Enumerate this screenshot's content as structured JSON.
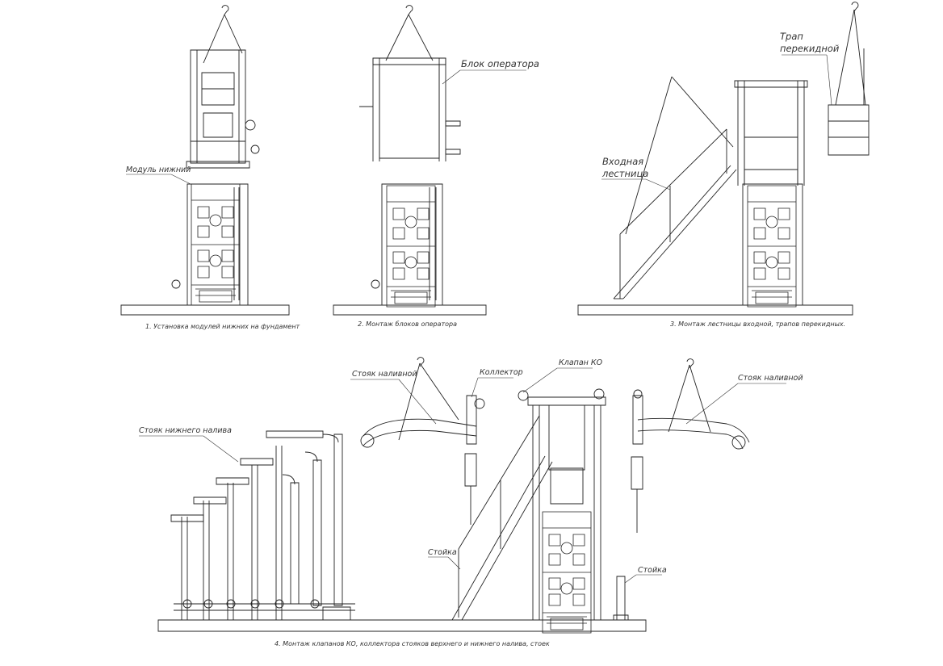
{
  "captions": {
    "step1": "1. Установка модулей нижних на фундамент",
    "step2": "2. Монтаж блоков оператора",
    "step3": "3. Монтаж лестницы входной, трапов перекидных.",
    "step4": "4. Монтаж клапанов КО, коллектора стояков верхнего и нижнего налива, стоек"
  },
  "labels": {
    "module_lower": "Модуль нижний",
    "operator_block": "Блок оператора",
    "gangway_line1": "Трап",
    "gangway_line2": "перекидной",
    "stair_line1": "Входная",
    "stair_line2": "лестница",
    "riser_lower": "Стояк нижнего налива",
    "riser_top_left": "Стояк наливной",
    "collector": "Коллектор",
    "valve_ko": "Клапан КО",
    "riser_top_right": "Стояк наливной",
    "post_left": "Стойка",
    "post_right": "Стойка"
  }
}
